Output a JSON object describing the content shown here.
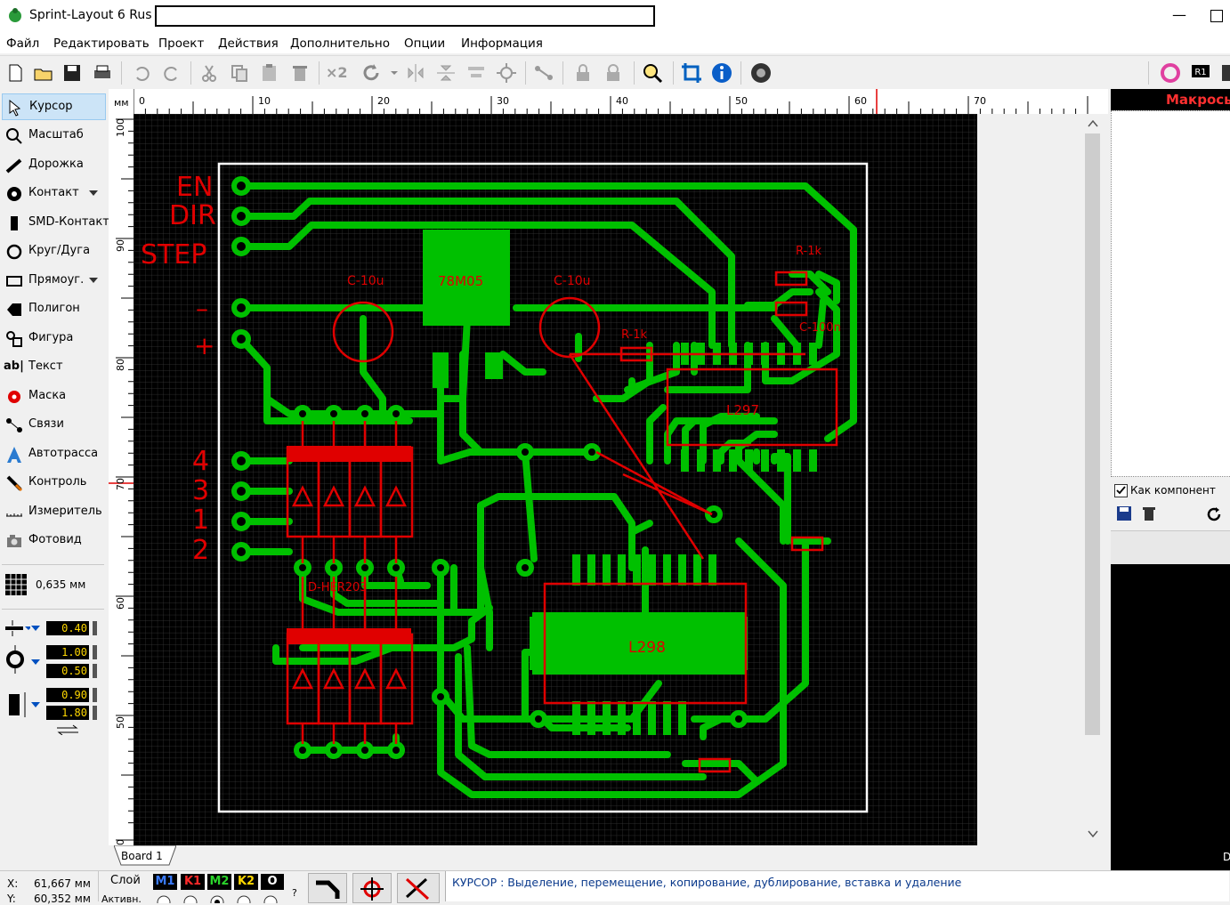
{
  "window": {
    "title": "Sprint-Layout 6 Rus -",
    "minimize": "—"
  },
  "menu": [
    "Файл",
    "Редактировать",
    "Проект",
    "Действия",
    "Дополнительно",
    "Опции",
    "Информация"
  ],
  "toolbar": {
    "x2_label": "×2"
  },
  "tools": [
    {
      "label": "Курсор",
      "icon": "cursor-icon"
    },
    {
      "label": "Масштаб",
      "icon": "zoom-icon"
    },
    {
      "label": "Дорожка",
      "icon": "track-icon"
    },
    {
      "label": "Контакт",
      "icon": "pad-icon"
    },
    {
      "label": "SMD-Контакт",
      "icon": "smd-pad-icon"
    },
    {
      "label": "Круг/Дуга",
      "icon": "circle-icon"
    },
    {
      "label": "Прямоуг.",
      "icon": "rectangle-icon"
    },
    {
      "label": "Полигон",
      "icon": "polygon-icon"
    },
    {
      "label": "Фигура",
      "icon": "shape-icon"
    },
    {
      "label": "Текст",
      "icon": "text-icon"
    },
    {
      "label": "Маска",
      "icon": "mask-icon"
    },
    {
      "label": "Связи",
      "icon": "connections-icon"
    },
    {
      "label": "Автотрасса",
      "icon": "autoroute-icon"
    },
    {
      "label": "Контроль",
      "icon": "control-icon"
    },
    {
      "label": "Измеритель",
      "icon": "measure-icon"
    },
    {
      "label": "Фотовид",
      "icon": "photoview-icon"
    }
  ],
  "grid": {
    "value": "0,635 мм"
  },
  "params": {
    "track_width": "0.40",
    "pad_outer": "1.00",
    "pad_inner": "0.50",
    "smd_w": "0.90",
    "smd_h": "1.80",
    "text_abl": "ab"
  },
  "ruler": {
    "unit": "мм",
    "top": [
      "0",
      "10",
      "20",
      "30",
      "40",
      "50",
      "60",
      "70"
    ],
    "left": [
      "100",
      "90",
      "80",
      "70",
      "60",
      "50",
      "0"
    ]
  },
  "board": {
    "labels_left": [
      "EN",
      "DIR",
      "STEP",
      "–",
      "+",
      "4",
      "3",
      "1",
      "2"
    ],
    "components": {
      "reg": "78M05",
      "cap1": "C-10u",
      "cap2": "C-10u",
      "r1": "R-1k",
      "r2": "R-1k",
      "cap3": "C-100n",
      "ic1": "L297",
      "ic2": "L298",
      "diodes": "D-HER203"
    }
  },
  "right_panel": {
    "header": "Макросы",
    "as_component": "Как компонент",
    "d_label": "D"
  },
  "tab": {
    "label": "Board 1"
  },
  "status": {
    "x_label": "X:",
    "x_value": "61,667 мм",
    "y_label": "Y:",
    "y_value": "60,352 мм",
    "layer_label": "Слой",
    "layers": [
      "M1",
      "K1",
      "M2",
      "K2",
      "O"
    ],
    "visible_label": "Активн.",
    "question": "?",
    "mode_text": "КУРСОР  : Выделение, перемещение, копирование, дублирование, вставка и удаление"
  },
  "colors": {
    "copper": "#00c000",
    "silk": "#e00000",
    "outline": "#ffffff",
    "background": "#000000"
  }
}
